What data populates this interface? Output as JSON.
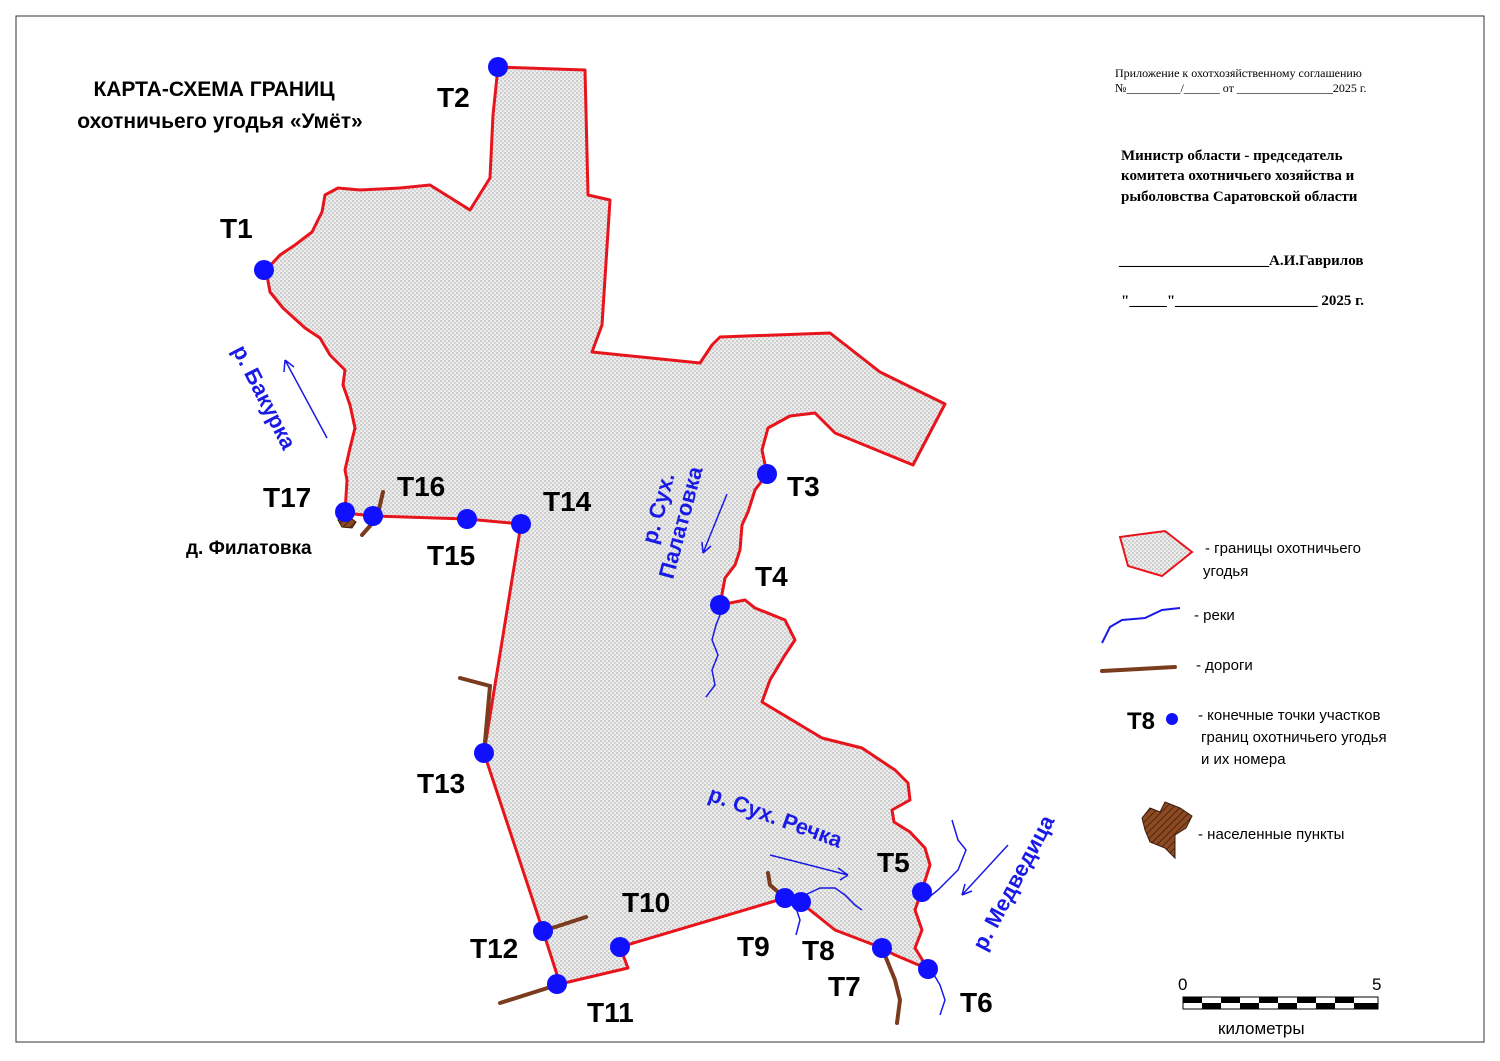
{
  "title": {
    "line1": "КАРТА-СХЕМА ГРАНИЦ",
    "line2": "охотничьего угодья «Умёт»"
  },
  "approval": {
    "appendix_line1": "Приложение к охотхозяйственному соглашению",
    "appendix_line2": "№_________/______ от ________________2025 г.",
    "official_line1": "Министр области - председатель",
    "official_line2": "комитета охотничьего хозяйства и",
    "official_line3": "рыболовства Саратовской области",
    "signature_line": "____________________А.И.Гаврилов",
    "date_line": "\"_____\"___________________ 2025 г."
  },
  "points": {
    "T1": "Т1",
    "T2": "Т2",
    "T3": "Т3",
    "T4": "Т4",
    "T5": "Т5",
    "T6": "Т6",
    "T7": "Т7",
    "T8": "Т8",
    "T9": "Т9",
    "T10": "Т10",
    "T11": "Т11",
    "T12": "Т12",
    "T13": "Т13",
    "T14": "Т14",
    "T15": "Т15",
    "T16": "Т16",
    "T17": "Т17"
  },
  "rivers": {
    "bakurka": "р. Бакурка",
    "palatovka_line1": "р. Сух.",
    "palatovka_line2": "Палатовка",
    "rechka": "р. Сух. Речка",
    "medveditsa": "р. Медведица"
  },
  "settlement": "д. Филатовка",
  "legend": {
    "boundary_line1": "- границы охотничьего",
    "boundary_line2": "угодья",
    "rivers": "- реки",
    "roads": "- дороги",
    "point_sample": "Т8",
    "points_line1": "- конечные точки участков",
    "points_line2": "границ охотничьего угодья",
    "points_line3": "и их номера",
    "settlements": "- населенные пункты"
  },
  "scale": {
    "zero": "0",
    "five": "5",
    "unit": "километры"
  },
  "colors": {
    "boundary": "#e8141b",
    "river": "#1a1ae6",
    "road": "#7a3b1e",
    "point": "#1010ff",
    "fill": "#e6e6e6"
  }
}
